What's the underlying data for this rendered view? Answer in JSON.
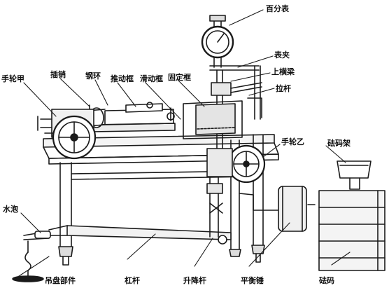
{
  "diagram": {
    "labels": [
      {
        "id": "dial-gauge",
        "text": "百分表"
      },
      {
        "id": "gauge-clamp",
        "text": "表夹"
      },
      {
        "id": "upper-crossbeam",
        "text": "上横梁"
      },
      {
        "id": "tie-rod",
        "text": "拉杆"
      },
      {
        "id": "handwheel-a",
        "text": "手轮甲"
      },
      {
        "id": "pin",
        "text": "插销"
      },
      {
        "id": "steel-ring",
        "text": "钢环"
      },
      {
        "id": "push-frame",
        "text": "推动框"
      },
      {
        "id": "sliding-frame",
        "text": "滑动框"
      },
      {
        "id": "fixed-frame",
        "text": "固定框"
      },
      {
        "id": "handwheel-b",
        "text": "手轮乙"
      },
      {
        "id": "weight-rack",
        "text": "砝码架"
      },
      {
        "id": "level-bubble",
        "text": "水泡"
      },
      {
        "id": "hanger-assembly",
        "text": "吊盘部件"
      },
      {
        "id": "lever",
        "text": "杠杆"
      },
      {
        "id": "lifting-rod",
        "text": "升降杆"
      },
      {
        "id": "counterweight",
        "text": "平衡锤"
      },
      {
        "id": "weights",
        "text": "砝码"
      }
    ]
  }
}
